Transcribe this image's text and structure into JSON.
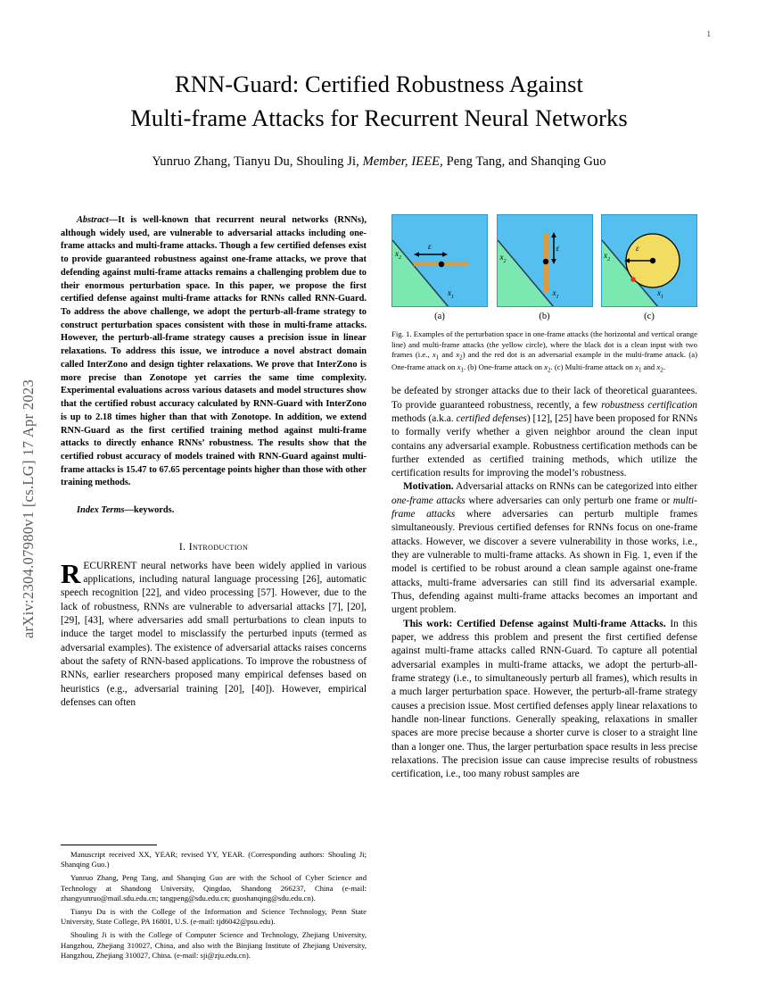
{
  "stamp": {
    "text": "arXiv:2304.07980v1  [cs.LG]  17 Apr 2023"
  },
  "page_number": "1",
  "title": {
    "line1": "RNN-Guard: Certified Robustness Against",
    "line2": "Multi-frame Attacks for Recurrent Neural Networks"
  },
  "authors": {
    "pre": "Yunruo Zhang,  Tianyu Du,  Shouling Ji, ",
    "member": "Member, IEEE,",
    "post": " Peng Tang,  and Shanqing Guo"
  },
  "abstract": {
    "lead": "Abstract",
    "text": "—It is well-known that recurrent neural networks (RNNs), although widely used, are vulnerable to adversarial attacks including one-frame attacks and multi-frame attacks. Though a few certified defenses exist to provide guaranteed robustness against one-frame attacks, we prove that defending against multi-frame attacks remains a challenging problem due to their enormous perturbation space. In this paper, we propose the first certified defense against multi-frame attacks for RNNs called RNN-Guard. To address the above challenge, we adopt the perturb-all-frame strategy to construct perturbation spaces consistent with those in multi-frame attacks. However, the perturb-all-frame strategy causes a precision issue in linear relaxations. To address this issue, we introduce a novel abstract domain called InterZono and design tighter relaxations. We prove that InterZono is more precise than Zonotope yet carries the same time complexity. Experimental evaluations across various datasets and model structures show that the certified robust accuracy calculated by RNN-Guard with InterZono is up to 2.18 times higher than that with Zonotope. In addition, we extend RNN-Guard as the first certified training method against multi-frame attacks to directly enhance RNNs’ robustness. The results show that the certified robust accuracy of models trained with RNN-Guard against multi-frame attacks is 15.47 to 67.65 percentage points higher than those with other training methods."
  },
  "index_terms": {
    "lead": "Index Terms",
    "text": "—keywords."
  },
  "section": {
    "intro_heading": "I.  Introduction"
  },
  "intro": {
    "dropcap": "R",
    "p1": "ECURRENT neural networks have been widely applied in various applications, including natural language processing [26], automatic speech recognition [22], and video processing [57]. However, due to the lack of robustness, RNNs are vulnerable to adversarial attacks [7], [20], [29], [43], where adversaries add small perturbations to clean inputs to induce the target model to misclassify the perturbed inputs (termed as adversarial examples). The existence of adversarial attacks raises concerns about the safety of RNN-based applications. To improve the robustness of RNNs, earlier researchers proposed many empirical defenses based on heuristics (e.g., adversarial training [20], [40]). However, empirical defenses can often"
  },
  "footnotes": [
    "Manuscript received XX, YEAR; revised YY, YEAR. (Corresponding authors: Shouling Ji; Shanqing Guo.)",
    "Yunruo Zhang, Peng Tang, and Shanqing Guo are with the School of Cyber Science and Technology at Shandong University, Qingdao, Shandong 266237, China (e-mail: zhangyunruo@mail.sdu.edu.cn; tangpeng@sdu.edu.cn; guoshanqing@sdu.edu.cn).",
    "Tianyu Du is with the College of the Information and Science Technology, Penn State University, State College, PA 16801, U.S. (e-mail: tjd6042@psu.edu).",
    "Shouling Ji is with the College of Computer Science and Technology, Zhejiang University, Hangzhou, Zhejiang 310027, China, and also with the Binjiang Institute of Zhejiang University, Hangzhou, Zhejiang 310027, China. (e-mail: sji@zju.edu.cn)."
  ],
  "figure": {
    "panels": [
      {
        "label": "(a)",
        "axis_x": "x",
        "axis_x_sub": "1",
        "axis_y": "x",
        "axis_y_sub": "2",
        "eps": "ε"
      },
      {
        "label": "(b)",
        "axis_x": "x",
        "axis_x_sub": "1",
        "axis_y": "x",
        "axis_y_sub": "2",
        "eps": "ε"
      },
      {
        "label": "(c)",
        "axis_x": "x",
        "axis_x_sub": "1",
        "axis_y": "x",
        "axis_y_sub": "2",
        "eps": "ε"
      }
    ],
    "caption_number": "Fig. 1.",
    "caption_p1": "  Examples of the perturbation space in one-frame attacks (the horizontal and vertical orange line) and multi-frame attacks (the yellow circle), where the black dot is a clean input with two frames (i.e., ",
    "caption_x1a": "x",
    "caption_x1a_sub": "1",
    "caption_mid1": " and ",
    "caption_x2a": "x",
    "caption_x2a_sub": "2",
    "caption_mid2": ") and the red dot is an adversarial example in the multi-frame attack. (a) One-frame attack on ",
    "caption_x1b": "x",
    "caption_x1b_sub": "1",
    "caption_mid3": ". (b) One-frame attack on ",
    "caption_x2b": "x",
    "caption_x2b_sub": "2",
    "caption_mid4": ". (c) Multi-frame attack on ",
    "caption_x1c": "x",
    "caption_x1c_sub": "1",
    "caption_mid5": " and ",
    "caption_x2c": "x",
    "caption_x2c_sub": "2",
    "caption_end": "."
  },
  "right_column": {
    "p1": "be defeated by stronger attacks due to their lack of theoretical guarantees. To provide guaranteed robustness, recently, a few ",
    "p1_i1": "robustness certification",
    "p1_b": " methods (a.k.a. ",
    "p1_i2": "certified defenses",
    "p1_c": ") [12], [25] have been proposed for RNNs to formally verify whether a given neighbor around the clean input contains any adversarial example. Robustness certification methods can be further extended as certified training methods, which utilize the certification results for improving the model’s robustness.",
    "p2_bold": "Motivation.",
    "p2_a": " Adversarial attacks on RNNs can be categorized into either ",
    "p2_i1": "one-frame attacks",
    "p2_b": " where adversaries can only perturb one frame or ",
    "p2_i2": "multi-frame attacks",
    "p2_c": " where adversaries can perturb multiple frames simultaneously. Previous certified defenses for RNNs focus on one-frame attacks. However, we discover a severe vulnerability in those works, i.e., they are vulnerable to multi-frame attacks. As shown in Fig. 1, even if the model is certified to be robust around a clean sample against one-frame attacks, multi-frame adversaries can still find its adversarial example. Thus, defending against multi-frame attacks becomes an important and urgent problem.",
    "p3_bold": "This work: Certified Defense against Multi-frame Attacks.",
    "p3_text": " In this paper, we address this problem and present the first certified defense against multi-frame attacks called RNN-Guard. To capture all potential adversarial examples in multi-frame attacks, we adopt the perturb-all-frame strategy (i.e., to simultaneously perturb all frames), which results in a much larger perturbation space. However, the perturb-all-frame strategy causes a precision issue. Most certified defenses apply linear relaxations to handle non-linear functions. Generally speaking, relaxations in smaller spaces are more precise because a shorter curve is closer to a straight line than a longer one. Thus, the larger perturbation space results in less precise relaxations. The precision issue can cause imprecise results of robustness certification, i.e., too many robust samples are"
  },
  "colors": {
    "panel_blue": "#55c0ef",
    "panel_green": "#7ae8b0",
    "orange_line": "#e09a3e",
    "yellow_circle": "#f2dd62",
    "red_dot": "#ee2d11",
    "boundary": "#2b3b46"
  }
}
